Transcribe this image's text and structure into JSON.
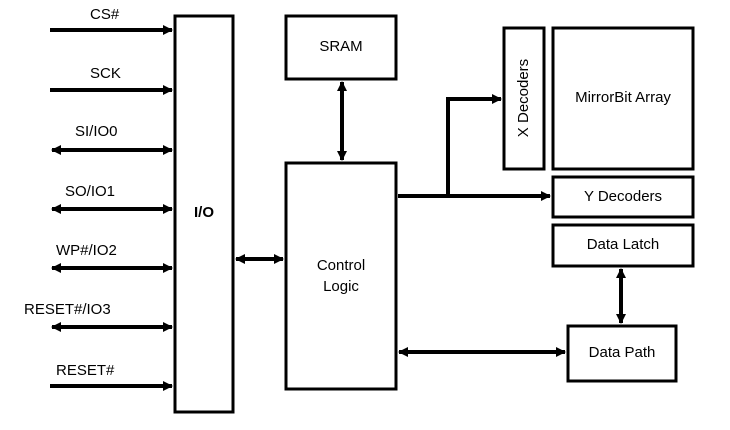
{
  "signals": {
    "cs": "CS#",
    "sck": "SCK",
    "si": "SI/IO0",
    "so": "SO/IO1",
    "wp": "WP#/IO2",
    "reset_io3": "RESET#/IO3",
    "reset": "RESET#"
  },
  "blocks": {
    "io": "I/O",
    "sram": "SRAM",
    "control_line1": "Control",
    "control_line2": "Logic",
    "x_decoders": "X Decoders",
    "mirrorbit": "MirrorBit Array",
    "y_decoders": "Y Decoders",
    "data_latch": "Data Latch",
    "data_path": "Data Path"
  }
}
